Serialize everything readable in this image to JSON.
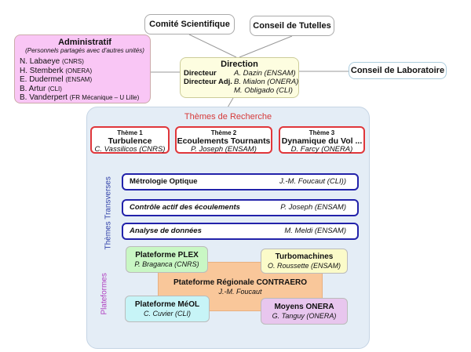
{
  "top": {
    "comite": "Comité Scientifique",
    "tutelles": "Conseil de Tutelles",
    "conseil_labo": "Conseil de Laboratoire"
  },
  "admin": {
    "title": "Administratif",
    "subtitle": "(Personnels partagés avec d'autres unités)",
    "members": [
      {
        "name": "N. Labaeye",
        "affil": "(CNRS)"
      },
      {
        "name": "H. Stemberk",
        "affil": "(ONERA)"
      },
      {
        "name": "E. Dudermel",
        "affil": "(ENSAM)"
      },
      {
        "name": "B. Artur",
        "affil": "(CLI)"
      },
      {
        "name": "B. Vanderpert",
        "affil": "(FR Mécanique – U Lille)"
      }
    ]
  },
  "direction": {
    "title": "Direction",
    "directeur_label": "Directeur",
    "directeur": "A. Dazin (ENSAM)",
    "adjoint_label": "Directeur Adj.",
    "adjoint1": "B. Mialon (ONERA)",
    "adjoint2": "M. Obligado (CLI)"
  },
  "themes": {
    "title": "Thèmes de Recherche",
    "items": [
      {
        "num": "Thème 1",
        "name": "Turbulence",
        "person": "C. Vassilicos (CNRS)"
      },
      {
        "num": "Thème 2",
        "name": "Ecoulements Tournants",
        "person": "P. Joseph (ENSAM)"
      },
      {
        "num": "Thème 3",
        "name": "Dynamique du Vol ...",
        "person": "D. Farcy (ONERA)"
      }
    ]
  },
  "transverses": {
    "label": "Thèmes Transverses",
    "items": [
      {
        "name": "Métrologie Optique",
        "person": "J.-M. Foucaut (CLI))"
      },
      {
        "name": "Contrôle actif des écoulements",
        "person": "P. Joseph (ENSAM)"
      },
      {
        "name": "Analyse de données",
        "person": "M. Meldi (ENSAM)"
      }
    ]
  },
  "plateformes": {
    "label": "Plateformes",
    "plex": {
      "name": "Plateforme PLEX",
      "person": "P. Braganca (CNRS)"
    },
    "turbo": {
      "name": "Turbomachines",
      "person": "O. Roussette (ENSAM)"
    },
    "contraero": {
      "name": "Ptateforme Régionale CONTRAERO",
      "person": "J.-M. Foucaut"
    },
    "meol": {
      "name": "Plateforme MéOL",
      "person": "C. Cuvier (CLI)"
    },
    "onera": {
      "name": "Moyens ONERA",
      "person": "G. Tanguy (ONERA)"
    }
  },
  "colors": {
    "theme_border": "#e0363a",
    "transverse_border": "#2222aa",
    "transverse_label": "#3344aa",
    "plateformes_label": "#b040c0",
    "admin_bg": "#f9c6f5",
    "direction_bg": "#fdfde0",
    "plex_bg": "#c9f7c4",
    "turbo_bg": "#fbfbc9",
    "contraero_bg": "#f9c79a",
    "meol_bg": "#c7f4f7",
    "onera_bg": "#e8c6ee"
  }
}
